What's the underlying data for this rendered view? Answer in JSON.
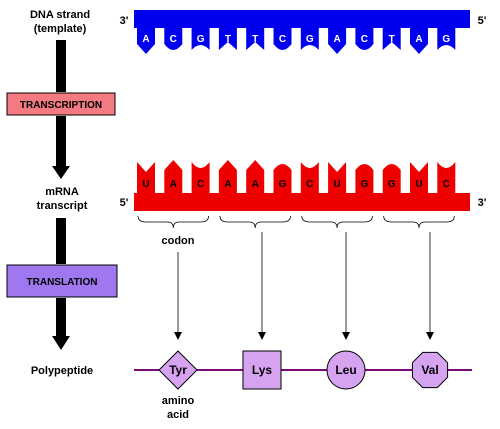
{
  "labels": {
    "dna_strand": "DNA strand",
    "template": "(template)",
    "transcription": "TRANSCRIPTION",
    "mrna": "mRNA",
    "transcript": "transcript",
    "translation": "TRANSLATION",
    "polypeptide": "Polypeptide",
    "codon": "codon",
    "amino": "amino",
    "acid": "acid"
  },
  "dna": {
    "five_prime": "5'",
    "three_prime": "3'",
    "bases": [
      "A",
      "C",
      "G",
      "T",
      "T",
      "C",
      "G",
      "A",
      "C",
      "T",
      "A",
      "G"
    ],
    "color": "#0000ee"
  },
  "mrna": {
    "five_prime": "5'",
    "three_prime": "3'",
    "bases": [
      "U",
      "A",
      "C",
      "A",
      "A",
      "G",
      "C",
      "U",
      "G",
      "G",
      "U",
      "C"
    ],
    "color": "#ee0000"
  },
  "amino_acids": [
    {
      "name": "Tyr",
      "shape": "diamond"
    },
    {
      "name": "Lys",
      "shape": "square"
    },
    {
      "name": "Leu",
      "shape": "circle"
    },
    {
      "name": "Val",
      "shape": "octagon"
    }
  ],
  "colors": {
    "transcription_box": "#f27a80",
    "translation_box": "#9f78ef",
    "amino_fill": "#d6a3f0",
    "backbone": "#7a0a78"
  }
}
